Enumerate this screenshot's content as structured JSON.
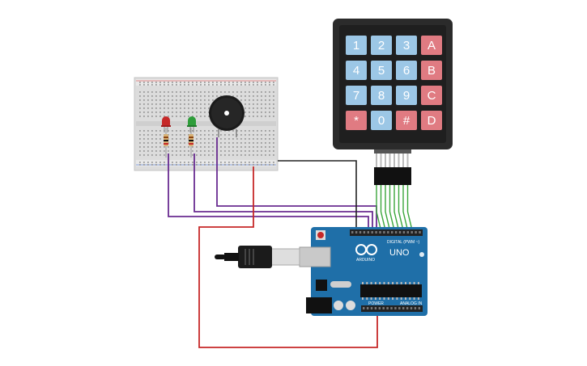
{
  "keypad": {
    "rows": [
      [
        "1",
        "2",
        "3",
        "A"
      ],
      [
        "4",
        "5",
        "6",
        "B"
      ],
      [
        "7",
        "8",
        "9",
        "C"
      ],
      [
        "*",
        "0",
        "#",
        "D"
      ]
    ],
    "colors": {
      "number": "#9cc7e6",
      "letter": "#e07b82",
      "frame": "#2b2b2b"
    }
  },
  "arduino": {
    "model": "UNO",
    "brand": "ARDUINO",
    "digital_label": "DIGITAL (PWM ~)",
    "power_label": "POWER",
    "analog_label": "ANALOG IN",
    "board_color": "#1f6fa8"
  },
  "wire_colors": {
    "signal": "#6a2c91",
    "keypad": "#3aa63a",
    "ground": "#222222",
    "power": "#c62828"
  },
  "components": {
    "led_red": "#c62828",
    "led_green": "#2e9d3a",
    "buzzer": "#1b1b1b"
  }
}
